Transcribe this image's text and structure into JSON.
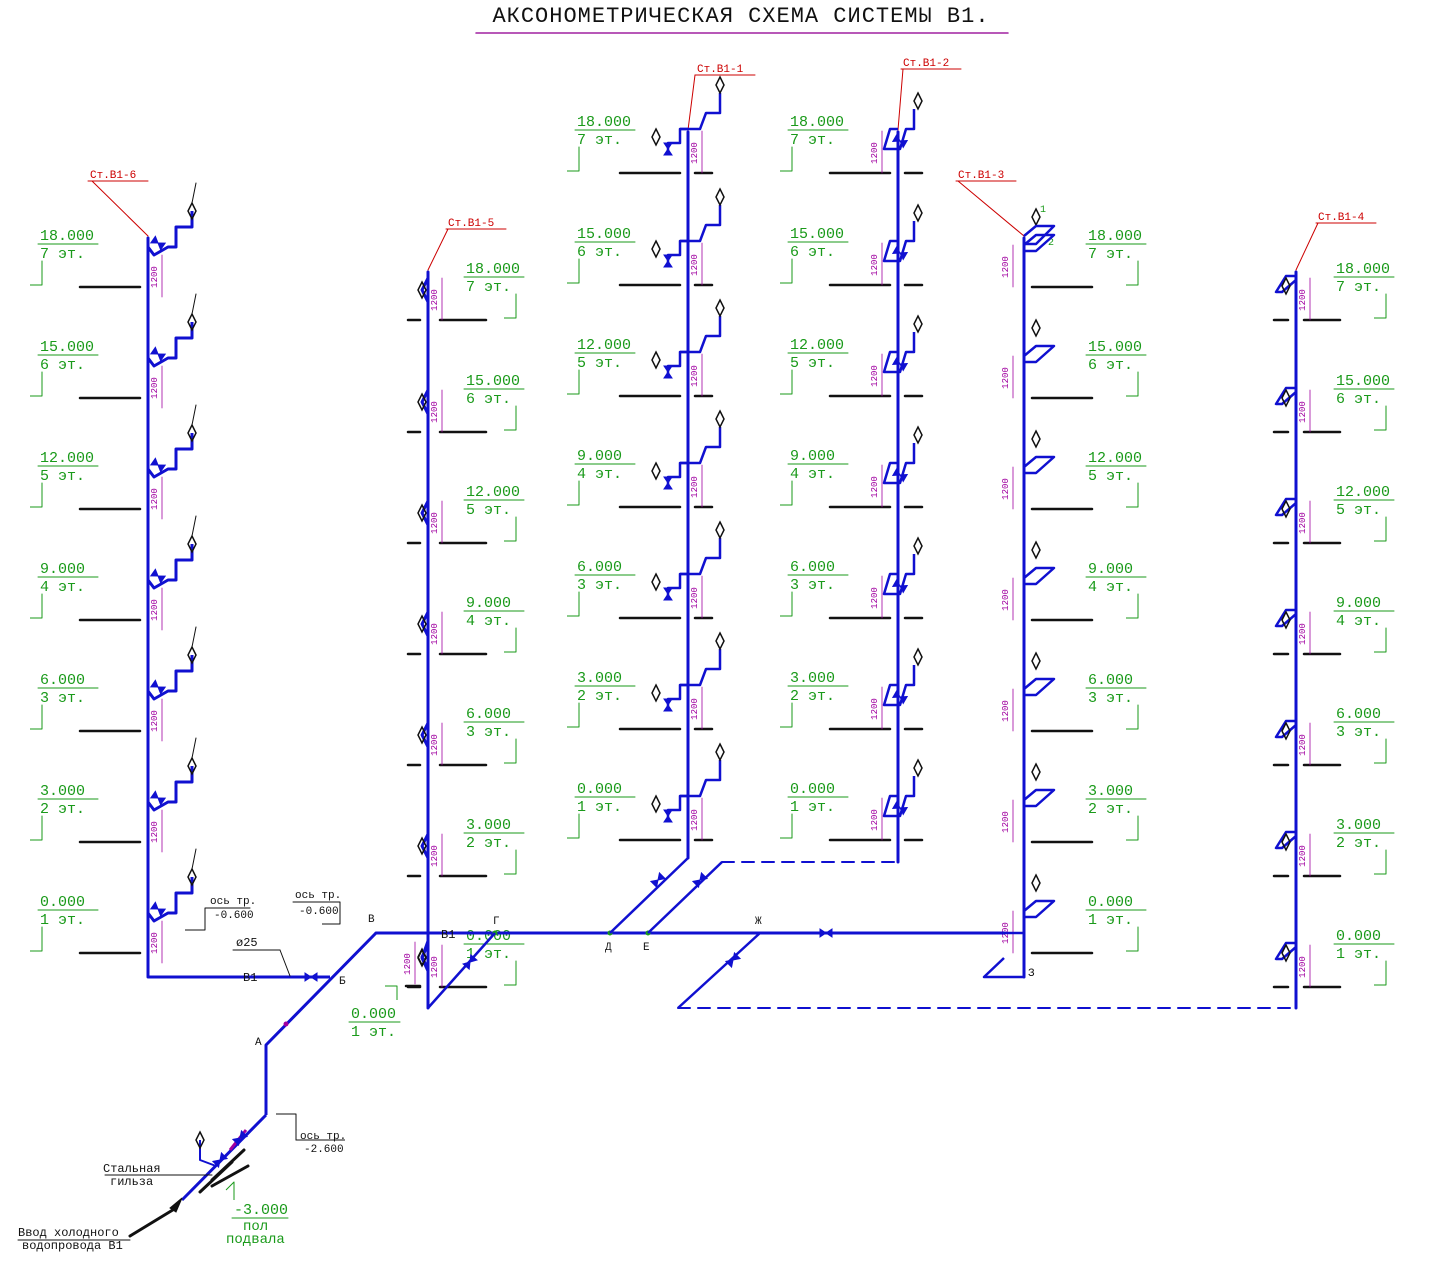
{
  "title": "АКСОНОМЕТРИЧЕСКАЯ СХЕМА СИСТЕМЫ В1.",
  "colors": {
    "pipe": "#1010d0",
    "level": "#1a9a1a",
    "leader": "#cc0000",
    "dim": "#a000a0",
    "ink": "#111111",
    "underline": "#a020a0"
  },
  "floors": [
    {
      "elev": "0.000",
      "floor": "1 эт."
    },
    {
      "elev": "3.000",
      "floor": "2 эт."
    },
    {
      "elev": "6.000",
      "floor": "3 эт."
    },
    {
      "elev": "9.000",
      "floor": "4 эт."
    },
    {
      "elev": "12.000",
      "floor": "5 эт."
    },
    {
      "elev": "15.000",
      "floor": "6 эт."
    },
    {
      "elev": "18.000",
      "floor": "7 эт."
    }
  ],
  "risers": [
    {
      "id": "Ст.В1-6"
    },
    {
      "id": "Ст.В1-5"
    },
    {
      "id": "Ст.В1-1"
    },
    {
      "id": "Ст.В1-2"
    },
    {
      "id": "Ст.В1-3"
    },
    {
      "id": "Ст.В1-4"
    }
  ],
  "riser_dim": "1200",
  "riser3_marks": [
    "1",
    "2"
  ],
  "nodes": {
    "A": "А",
    "B": "Б",
    "V": "В",
    "G": "Г",
    "D": "Д",
    "E": "Е",
    "ZH": "Ж",
    "Z": "З"
  },
  "main_label": "В1",
  "pipe_label_b1": "В1",
  "diameter": "ø25",
  "axis_pipe_label": "ось тр.",
  "axis_pipe_left": "-0.600",
  "axis_pipe_mid": "-0.600",
  "axis_pipe_bottom": "-2.600",
  "base_floor": {
    "elev": "0.000",
    "floor": "1 эт."
  },
  "basement": {
    "elev": "-3.000",
    "line1": "пол",
    "line2": "подвала"
  },
  "sleeve_label": "Стальная гильза",
  "sleeve_line1": "Стальная",
  "sleeve_line2": "гильза",
  "inlet_line1": "Ввод холодного",
  "inlet_line2": "водопровода В1"
}
